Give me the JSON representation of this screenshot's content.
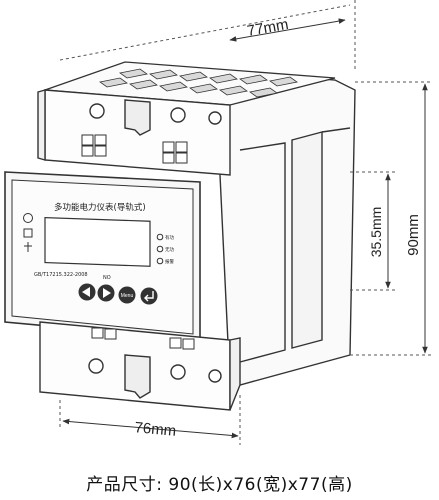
{
  "dimensions": {
    "depth": "77mm",
    "width": "76mm",
    "height": "90mm",
    "window_height": "35.5mm"
  },
  "panel": {
    "title": "多功能电力仪表(导轨式)",
    "standard": "GB/T17215.322-2008",
    "no_label": "NO",
    "indicators": [
      {
        "label": "有功"
      },
      {
        "label": "无功"
      },
      {
        "label": "报警"
      }
    ],
    "buttons": [
      {
        "name": "left-button",
        "icon": "left-arrow-icon"
      },
      {
        "name": "right-button",
        "icon": "right-arrow-icon"
      },
      {
        "name": "menu-button",
        "label": "Menu"
      },
      {
        "name": "enter-button",
        "icon": "enter-icon"
      }
    ]
  },
  "caption": "产品尺寸: 90(长)x76(宽)x77(高)"
}
